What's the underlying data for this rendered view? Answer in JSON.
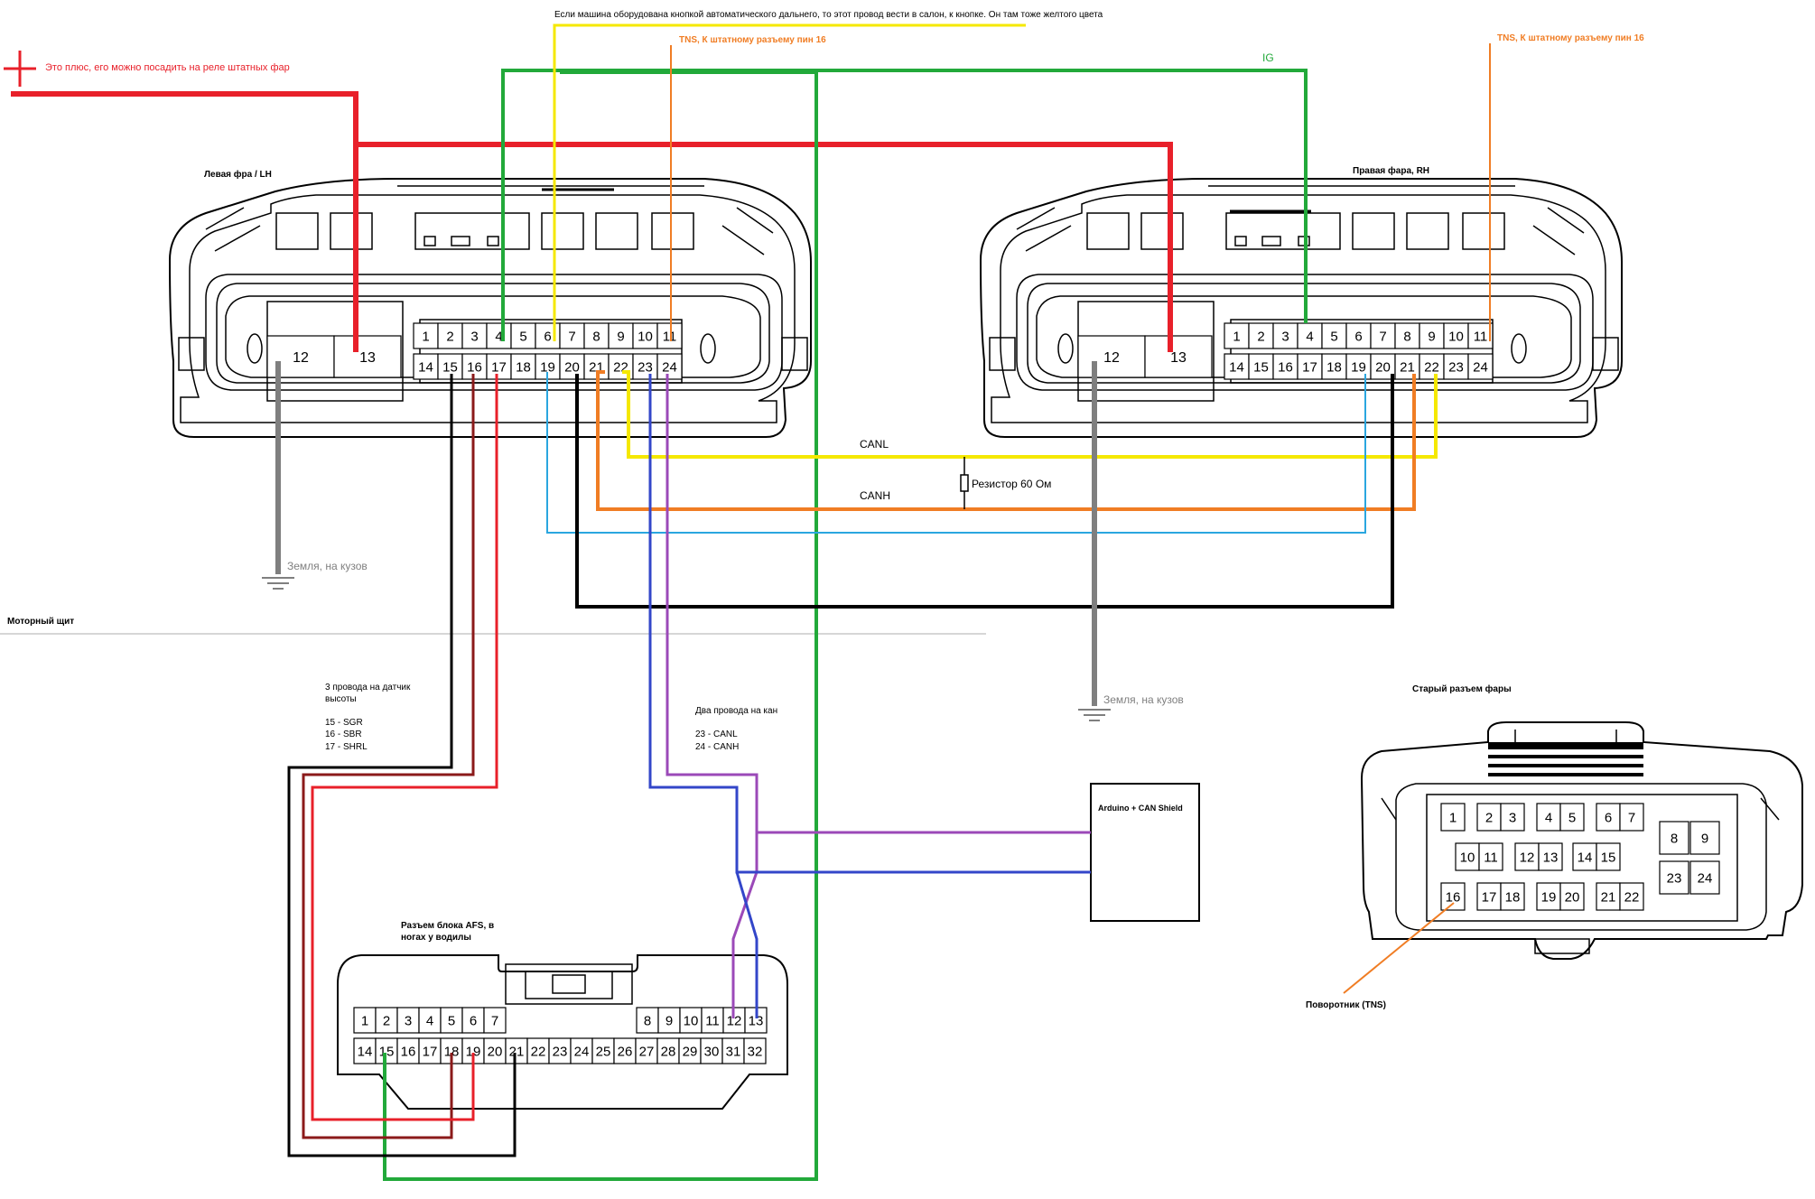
{
  "title": "",
  "annotations": {
    "plus_note": "Это плюс, его можно посадить на реле штатных фар",
    "highbeam_note": "Если машина оборудована кнопкой автоматического дальнего, то этот провод вести в салон, к кнопке. Он там тоже желтого цвета",
    "tns_left": "TNS, К штатному разъему пин 16",
    "tns_right": "TNS, К штатному разъему пин 16",
    "ig": "IG",
    "left_headlight": "Левая фра / LH",
    "right_headlight": "Правая фара, RH",
    "canl": "CANL",
    "canh": "CANH",
    "resistor": "Резистор 60 Ом",
    "ground_left": "Земля, на кузов",
    "ground_right": "Земля, на кузов",
    "firewall": "Моторный щит",
    "height_sensor_title": "3 провода на датчик высоты",
    "height_sensor_pins": [
      "15 - SGR",
      "16 - SBR",
      "17 - SHRL"
    ],
    "can_wires_title": "Два провода на кан",
    "can_wires_pins": [
      "23 - CANL",
      "24 - CANH"
    ],
    "arduino": "Arduino + CAN Shield",
    "afs_connector": "Разъем блока AFS, в ногах у водилы",
    "old_connector": "Старый разъем фары",
    "turn_signal": "Поворотник (TNS)"
  },
  "headlight_pins": {
    "big": [
      "12",
      "13"
    ],
    "top": [
      "1",
      "2",
      "3",
      "4",
      "5",
      "6",
      "7",
      "8",
      "9",
      "10",
      "11"
    ],
    "bottom": [
      "14",
      "15",
      "16",
      "17",
      "18",
      "19",
      "20",
      "21",
      "22",
      "23",
      "24"
    ]
  },
  "afs_pins": {
    "top_left": [
      "1",
      "2",
      "3",
      "4",
      "5",
      "6",
      "7"
    ],
    "top_right": [
      "8",
      "9",
      "10",
      "11",
      "12",
      "13"
    ],
    "bottom": [
      "14",
      "15",
      "16",
      "17",
      "18",
      "19",
      "20",
      "21",
      "22",
      "23",
      "24",
      "25",
      "26",
      "27",
      "28",
      "29",
      "30",
      "31",
      "32"
    ]
  },
  "old_connector_pins": {
    "row1": [
      [
        "1"
      ],
      [
        "2",
        "3"
      ],
      [
        "4",
        "5"
      ],
      [
        "6",
        "7"
      ]
    ],
    "row2": [
      [
        "10",
        "11"
      ],
      [
        "12",
        "13"
      ],
      [
        "14",
        "15"
      ]
    ],
    "row3": [
      [
        "16"
      ],
      [
        "17",
        "18"
      ],
      [
        "19",
        "20"
      ],
      [
        "21",
        "22"
      ]
    ],
    "side_top": [
      "8",
      "9"
    ],
    "side_bottom": [
      "23",
      "24"
    ]
  },
  "colors": {
    "power": "#e8202a",
    "ig": "#22a93a",
    "highbeam": "#f5e800",
    "tns": "#f07d24",
    "canl": "#f5e800",
    "canh": "#f07d24",
    "pin19": "#2aa6df",
    "pin20": "#000000",
    "ground": "#7f7f7f",
    "sensor_black": "#000000",
    "sensor_darkred": "#8b1a1a",
    "sensor_red": "#e8202a",
    "can_purple": "#9b49b8",
    "can_blue": "#3346c9",
    "afs_green": "#22a93a"
  }
}
